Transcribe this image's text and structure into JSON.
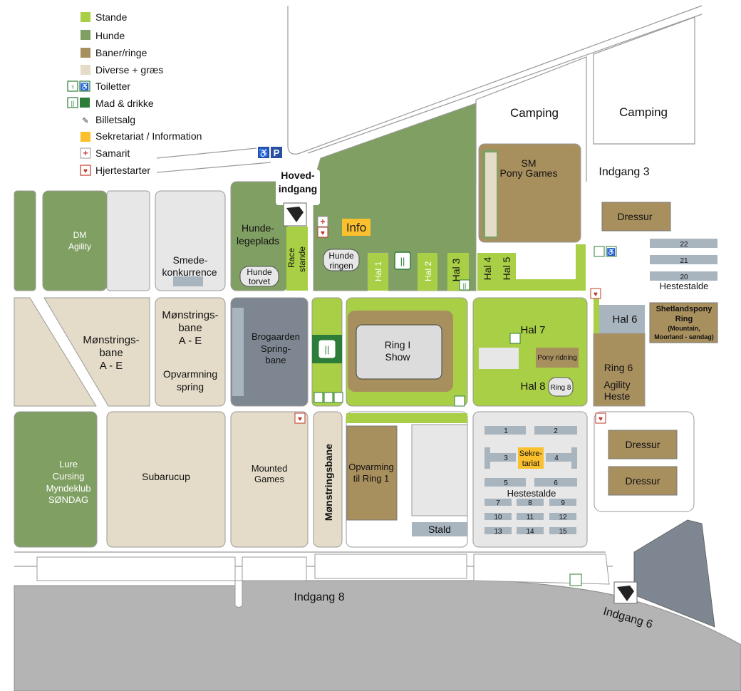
{
  "legend": {
    "stande": {
      "label": "Stande",
      "color": "#a8cf45"
    },
    "hunde": {
      "label": "Hunde",
      "color": "#809f62"
    },
    "baner": {
      "label": "Baner/ringe",
      "color": "#a88f5e"
    },
    "diverse": {
      "label": "Diverse + græs",
      "color": "#e4dcc8"
    },
    "toiletter": {
      "label": "Toiletter"
    },
    "mad": {
      "label": "Mad & drikke",
      "color": "#2d7d3a"
    },
    "billet": {
      "label": "Billetsalg"
    },
    "sekretariat": {
      "label": "Sekretariat / Information",
      "color": "#fbc02d"
    },
    "samarit": {
      "label": "Samarit"
    },
    "hjerte": {
      "label": "Hjertestarter"
    }
  },
  "colors": {
    "road": "#ffffff",
    "block": "#e7e7e7",
    "outline": "#9a9a9a",
    "tarmac": "#b4b4b4",
    "grey_dark": "#7e8791",
    "stall": "#a8b4be"
  },
  "labels": {
    "camping1": "Camping",
    "camping2": "Camping",
    "indgang3": "Indgang 3",
    "parking": "P",
    "hovedindgang_1": "Hoved-",
    "hovedindgang_2": "indgang",
    "sm_1": "SM",
    "sm_2": "Pony Games",
    "dressur_top": "Dressur",
    "dm_1": "DM",
    "dm_2": "Agility",
    "smede_1": "Smede-",
    "smede_2": "konkurrence",
    "hundelege_1": "Hunde-",
    "hundelege_2": "legeplads",
    "race_1": "Race",
    "race_2": "stande",
    "hundetorvet_1": "Hunde",
    "hundetorvet_2": "torvet",
    "hunderingen_1": "Hunde",
    "hunderingen_2": "ringen",
    "info": "Info",
    "hal1": "Hal 1",
    "hal2": "Hal 2",
    "hal3": "Hal 3",
    "hal4": "Hal 4",
    "hal5": "Hal 5",
    "stall_22": "22",
    "stall_21": "21",
    "stall_20": "20",
    "hestestalde_right": "Hestestalde",
    "hal6": "Hal 6",
    "shetland_1": "Shetlandspony",
    "shetland_2": "Ring",
    "shetland_3": "(Mountain,",
    "shetland_4": "Moorland - søndag)",
    "ms_left_1": "Mønstrings-",
    "ms_left_2": "bane",
    "ms_left_3": "A - E",
    "ms_mid_1": "Mønstrings-",
    "ms_mid_2": "bane",
    "ms_mid_3": "A - E",
    "opv_spring_1": "Opvarmning",
    "opv_spring_2": "spring",
    "brogaarden_1": "Brogaarden",
    "brogaarden_2": "Spring-",
    "brogaarden_3": "bane",
    "ring1_1": "Ring I",
    "ring1_2": "Show",
    "hal7": "Hal 7",
    "pony_ridning": "Pony ridning",
    "hal8": "Hal 8",
    "ring8": "Ring 8",
    "ring6_1": "Ring 6",
    "ring6_2": "Agility",
    "ring6_3": "Heste",
    "lure_1": "Lure",
    "lure_2": "Cursing",
    "lure_3": "Myndeklub",
    "lure_4": "SØNDAG",
    "subarucup": "Subarucup",
    "mounted_1": "Mounted",
    "mounted_2": "Games",
    "monstringsbane_v": "Mønstringsbane",
    "opv_ring1_1": "Opvarming",
    "opv_ring1_2": "til Ring 1",
    "stald": "Stald",
    "stall_1": "1",
    "stall_2": "2",
    "stall_3": "3",
    "stall_4": "4",
    "stall_5": "5",
    "stall_6": "6",
    "stall_7": "7",
    "stall_8": "8",
    "stall_9": "9",
    "stall_10": "10",
    "stall_11": "11",
    "stall_12": "12",
    "stall_13": "13",
    "stall_14": "14",
    "stall_15": "15",
    "sekretariat_1": "Sekre-",
    "sekretariat_2": "tariat",
    "hestestalde_mid": "Hestestalde",
    "dressur_r1": "Dressur",
    "dressur_r2": "Dressur",
    "indgang8": "Indgang 8",
    "indgang6": "Indgang 6"
  }
}
